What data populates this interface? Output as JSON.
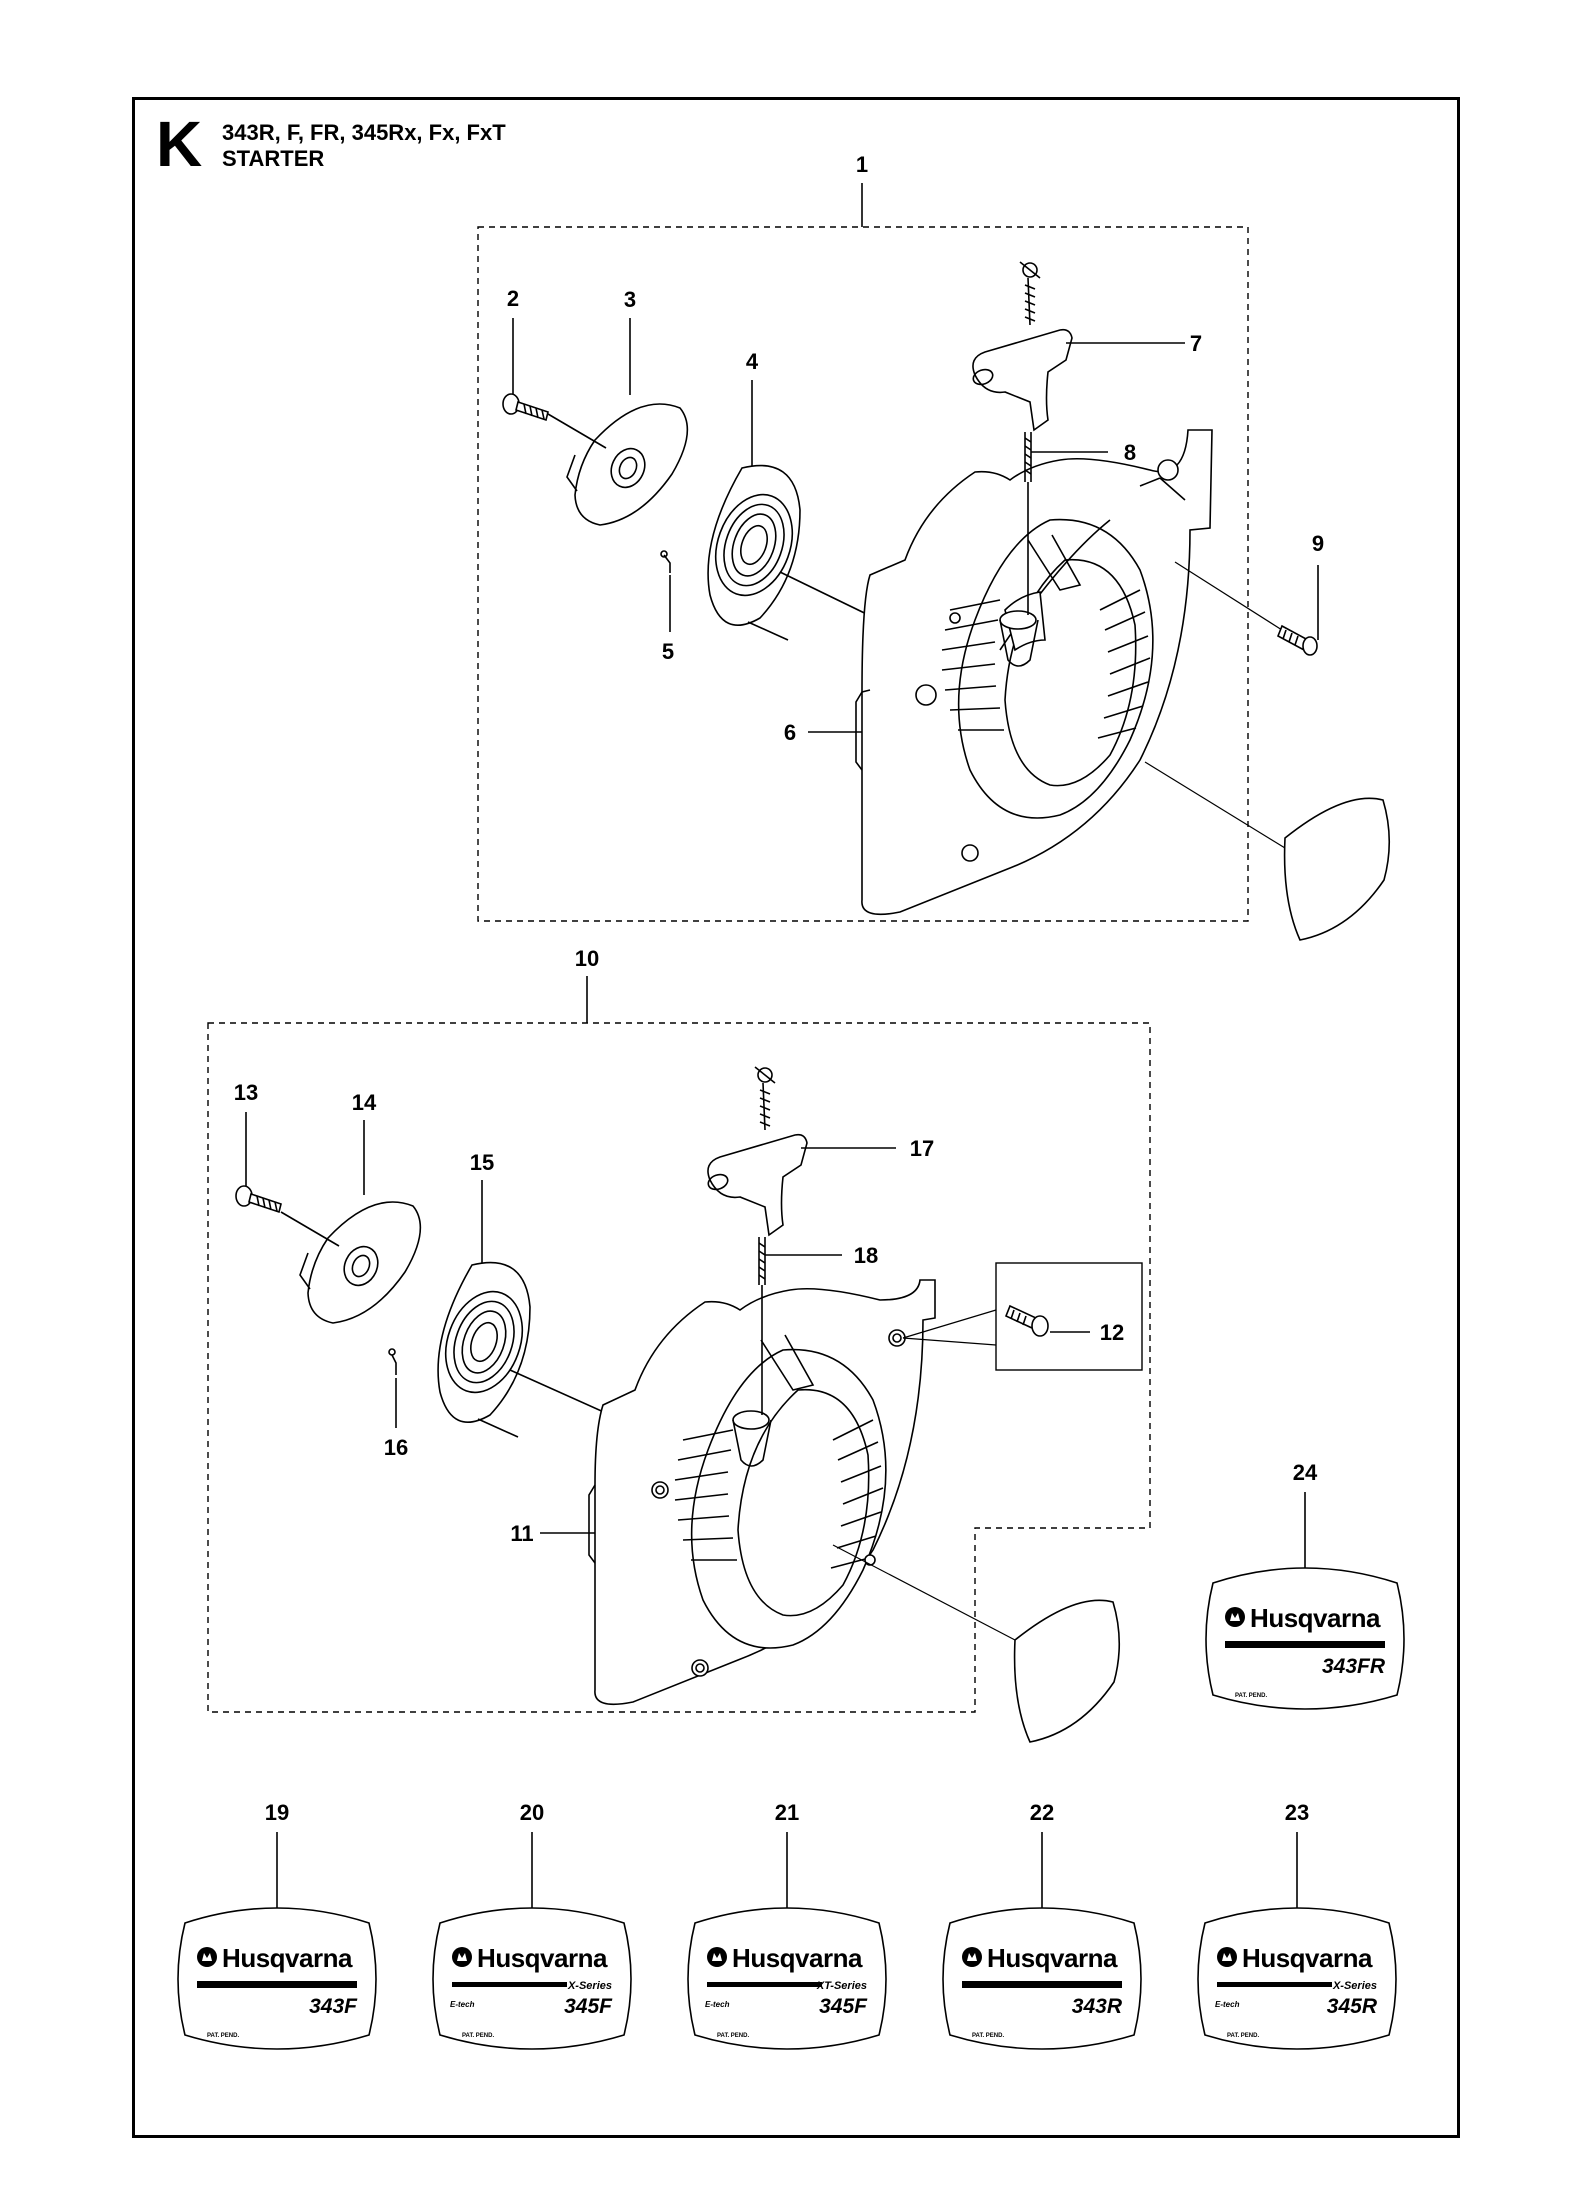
{
  "header": {
    "section_letter": "K",
    "models": "343R, F, FR, 345Rx, Fx, FxT",
    "section_name": "STARTER"
  },
  "callouts": {
    "1": "1",
    "2": "2",
    "3": "3",
    "4": "4",
    "5": "5",
    "6": "6",
    "7": "7",
    "8": "8",
    "9": "9",
    "10": "10",
    "11": "11",
    "12": "12",
    "13": "13",
    "14": "14",
    "15": "15",
    "16": "16",
    "17": "17",
    "18": "18",
    "19": "19",
    "20": "20",
    "21": "21",
    "22": "22",
    "23": "23",
    "24": "24"
  },
  "decals": [
    {
      "callout": "24",
      "brand": "Husqvarna",
      "series": "",
      "etech": "",
      "model": "343FR",
      "pat": "PAT. PEND."
    },
    {
      "callout": "19",
      "brand": "Husqvarna",
      "series": "",
      "etech": "",
      "model": "343F",
      "pat": "PAT. PEND."
    },
    {
      "callout": "20",
      "brand": "Husqvarna",
      "series": "X-Series",
      "etech": "E-tech",
      "model": "345F",
      "pat": "PAT. PEND."
    },
    {
      "callout": "21",
      "brand": "Husqvarna",
      "series": "XT-Series",
      "etech": "E-tech",
      "model": "345F",
      "pat": "PAT. PEND."
    },
    {
      "callout": "22",
      "brand": "Husqvarna",
      "series": "",
      "etech": "",
      "model": "343R",
      "pat": "PAT. PEND."
    },
    {
      "callout": "23",
      "brand": "Husqvarna",
      "series": "X-Series",
      "etech": "E-tech",
      "model": "345R",
      "pat": "PAT. PEND."
    }
  ]
}
